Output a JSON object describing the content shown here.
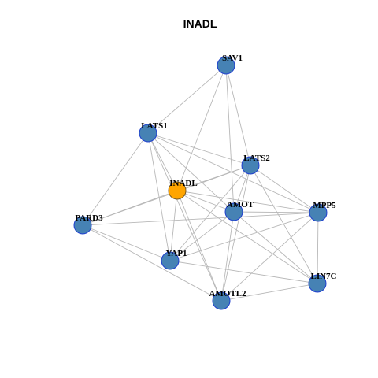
{
  "title": "INADL",
  "colors": {
    "default_node": "#4682B4",
    "default_node_border": "#1f3fcf",
    "focus_node": "#FFA500",
    "focus_node_border": "#7a5a20",
    "edge": "#b8b8b8"
  },
  "nodes": [
    {
      "id": "SAV1",
      "focus": false
    },
    {
      "id": "LATS1",
      "focus": false
    },
    {
      "id": "LATS2",
      "focus": false
    },
    {
      "id": "INADL",
      "focus": true
    },
    {
      "id": "AMOT",
      "focus": false
    },
    {
      "id": "MPP5",
      "focus": false
    },
    {
      "id": "PARD3",
      "focus": false
    },
    {
      "id": "YAP1",
      "focus": false
    },
    {
      "id": "LIN7C",
      "focus": false
    },
    {
      "id": "AMOTL2",
      "focus": false
    }
  ],
  "edges": [
    [
      "SAV1",
      "LATS1"
    ],
    [
      "SAV1",
      "INADL"
    ],
    [
      "SAV1",
      "AMOT"
    ],
    [
      "SAV1",
      "LATS2"
    ],
    [
      "LATS1",
      "INADL"
    ],
    [
      "LATS1",
      "AMOT"
    ],
    [
      "LATS1",
      "LATS2"
    ],
    [
      "LATS1",
      "MPP5"
    ],
    [
      "LATS1",
      "PARD3"
    ],
    [
      "LATS1",
      "YAP1"
    ],
    [
      "LATS1",
      "AMOTL2"
    ],
    [
      "LATS2",
      "INADL"
    ],
    [
      "LATS2",
      "AMOT"
    ],
    [
      "LATS2",
      "MPP5"
    ],
    [
      "LATS2",
      "PARD3"
    ],
    [
      "LATS2",
      "YAP1"
    ],
    [
      "LATS2",
      "AMOTL2"
    ],
    [
      "LATS2",
      "LIN7C"
    ],
    [
      "INADL",
      "AMOT"
    ],
    [
      "INADL",
      "MPP5"
    ],
    [
      "INADL",
      "PARD3"
    ],
    [
      "INADL",
      "YAP1"
    ],
    [
      "INADL",
      "AMOTL2"
    ],
    [
      "INADL",
      "LIN7C"
    ],
    [
      "AMOT",
      "MPP5"
    ],
    [
      "AMOT",
      "YAP1"
    ],
    [
      "AMOT",
      "AMOTL2"
    ],
    [
      "AMOT",
      "LIN7C"
    ],
    [
      "MPP5",
      "PARD3"
    ],
    [
      "MPP5",
      "YAP1"
    ],
    [
      "MPP5",
      "AMOTL2"
    ],
    [
      "MPP5",
      "LIN7C"
    ],
    [
      "PARD3",
      "YAP1"
    ],
    [
      "PARD3",
      "AMOTL2"
    ],
    [
      "YAP1",
      "LIN7C"
    ],
    [
      "AMOTL2",
      "LIN7C"
    ]
  ]
}
